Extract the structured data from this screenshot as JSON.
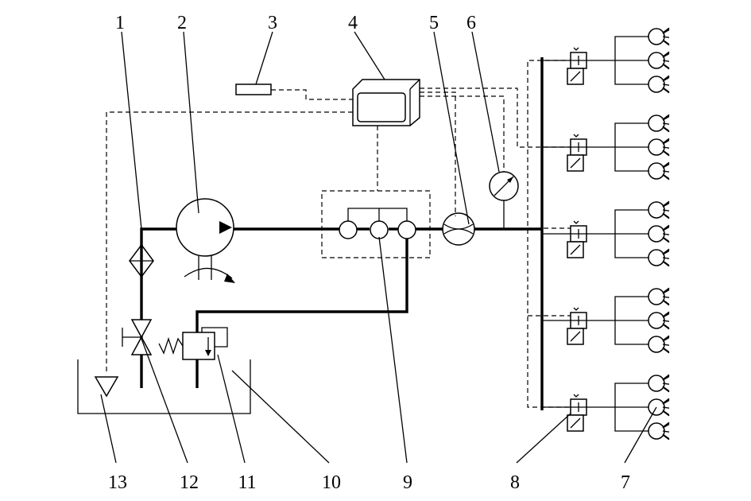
{
  "diagram": {
    "type": "hydraulic-spray-system-schematic",
    "background": "#ffffff",
    "line_color": "#000000",
    "labels": [
      "1",
      "2",
      "3",
      "4",
      "5",
      "6",
      "7",
      "8",
      "9",
      "10",
      "11",
      "12",
      "13"
    ],
    "spray_branches": 5,
    "nozzles_per_branch": 3
  }
}
